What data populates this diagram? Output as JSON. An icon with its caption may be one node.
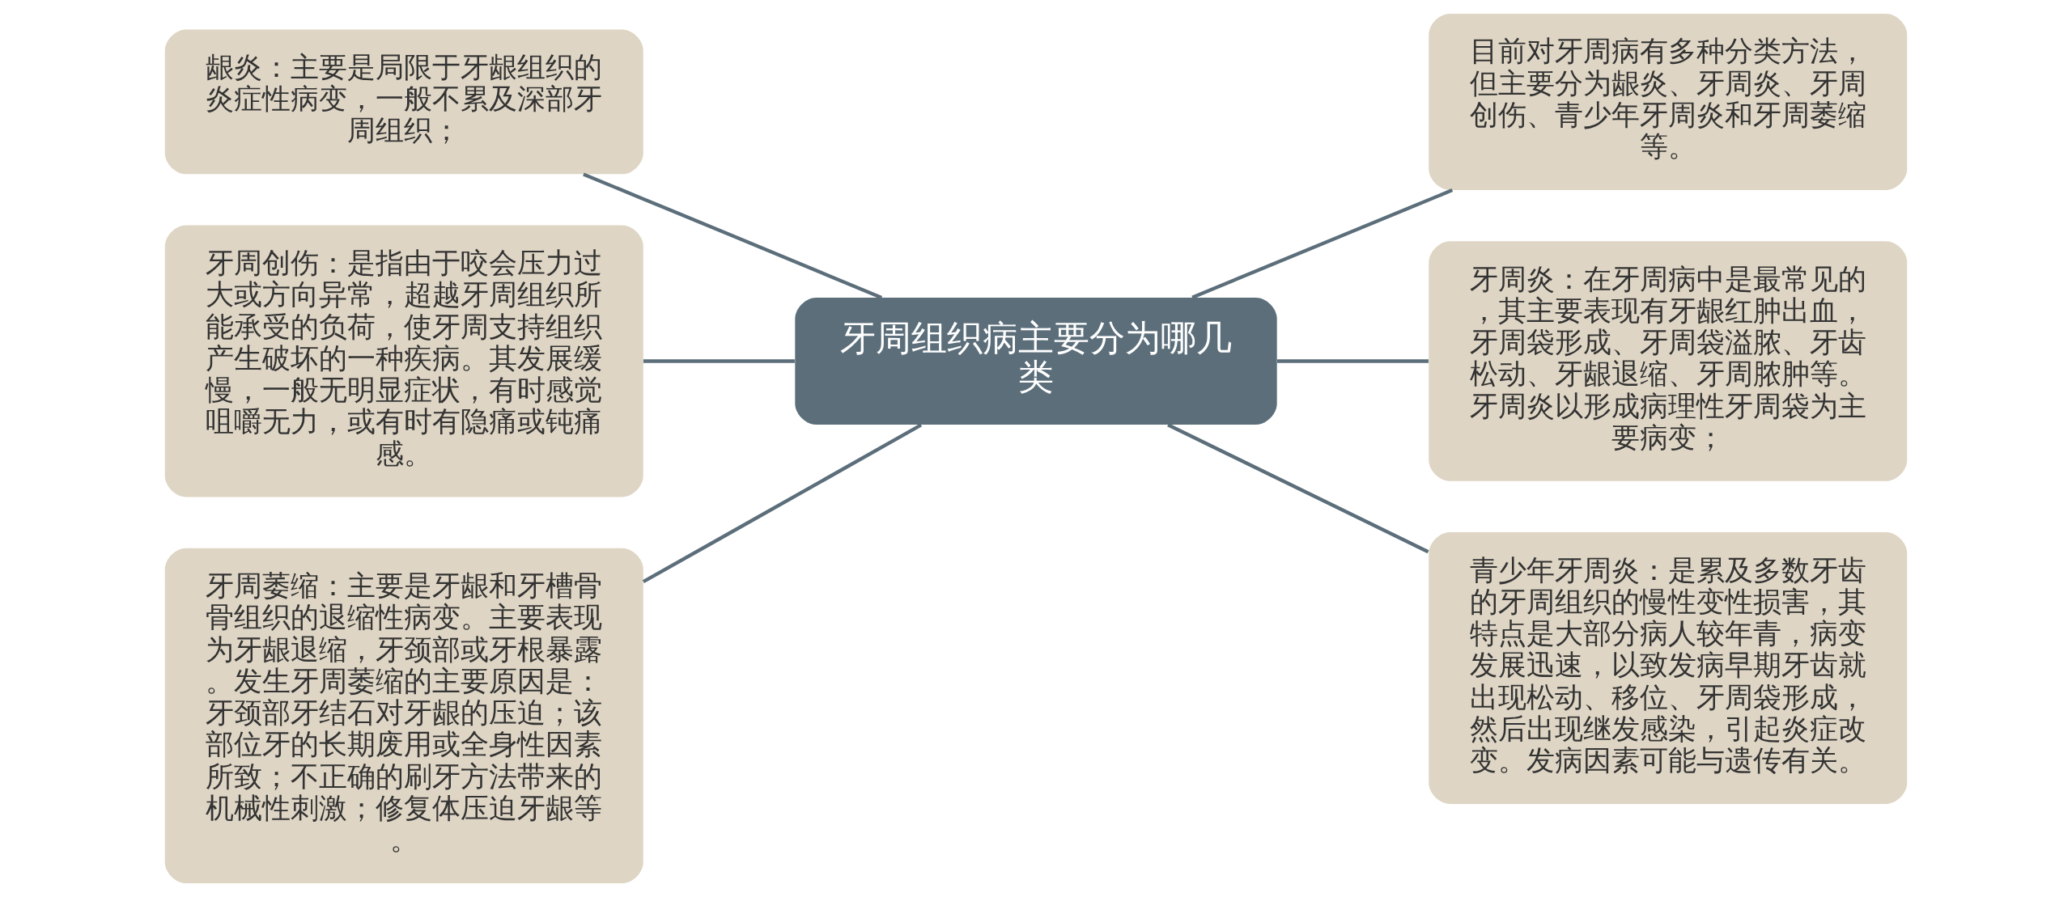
{
  "diagram": {
    "nodes": [
      {
        "text": [
          "牙周组织病主要分为哪几类"
        ]
      },
      {
        "text": [
          "龈炎：主要是局限于牙龈组织的炎症性病变，一般不累及深部牙周组织；"
        ]
      },
      {
        "text": [
          "牙周创伤：是指由于咬会压力过大或方向异常，超越牙周组织所能承受的负荷，使牙周支持组织产生破坏的一种疾病。其发展缓慢，一般无明显症状，有时感觉咀嚼无力，或有时有隐痛或钝痛感。"
        ]
      },
      {
        "text": [
          "牙周萎缩：主要是牙龈和牙槽骨骨组织的退缩性病变。主要表现为牙龈退缩，牙颈部或牙根暴露。发生牙周萎缩的主要原因是：牙颈部牙结石对牙龈的压迫；该部位牙的长期废用或全身性因素所致；不正确的刷牙方法带来的机械性刺激；修复体压迫牙龈等。"
        ]
      },
      {
        "text": [
          "目前对牙周病有多种分类方法，但主要分为龈炎、牙周炎、牙周创伤、青少年牙周炎和牙周萎缩等。"
        ]
      },
      {
        "text": [
          "牙周炎：在牙周病中是最常见的，其主要表现有牙龈红肿出血，牙周袋形成、牙周袋溢脓、牙齿松动、牙龈退缩、牙周脓肿等。牙周炎以形成病理性牙周袋为主要病变；"
        ]
      },
      {
        "text": [
          "青少年牙周炎：是累及多数牙齿的牙周组织的慢性变性损害，其特点是大部分病人较年青，病变发展迅速，以致发病早期牙齿就出现松动、移位、牙周袋形成，然后出现继发感染，引起炎症改变。发病因素可能与遗传有关。"
        ]
      }
    ],
    "edges": [
      {
        "from": 1,
        "to": 0,
        "arrow": "none"
      },
      {
        "from": 2,
        "to": 0,
        "arrow": "none"
      },
      {
        "from": 3,
        "to": 0,
        "arrow": "none"
      },
      {
        "from": 0,
        "to": 4,
        "arrow": "none"
      },
      {
        "from": 0,
        "to": 5,
        "arrow": "none"
      },
      {
        "from": 0,
        "to": 6,
        "arrow": "none"
      }
    ]
  }
}
